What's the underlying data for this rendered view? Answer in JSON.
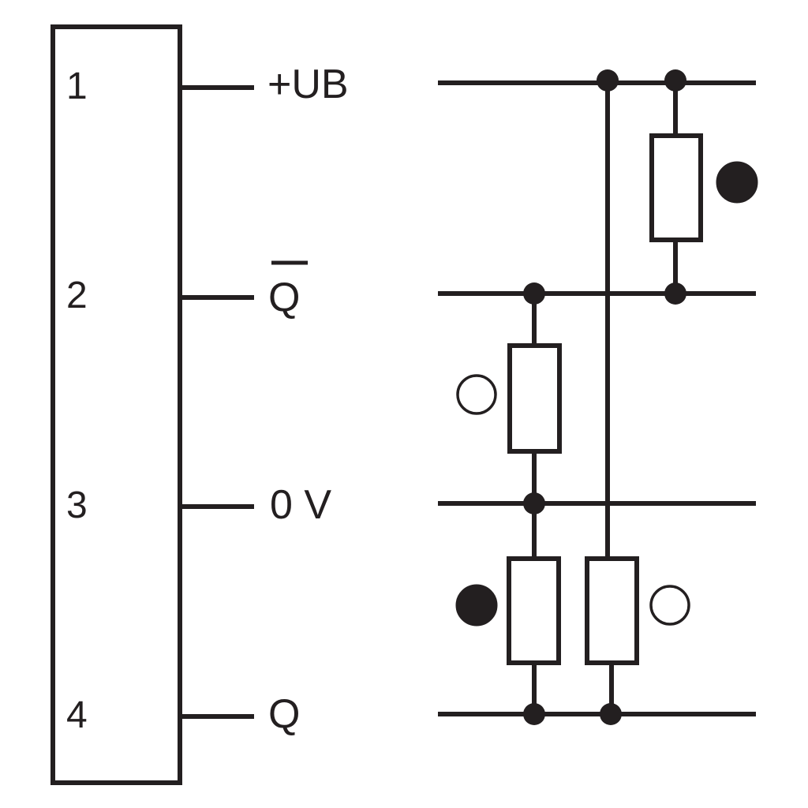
{
  "pins": [
    {
      "number": "1",
      "signal": "+UB"
    },
    {
      "number": "2",
      "signal": "Q",
      "signal_overline": true
    },
    {
      "number": "3",
      "signal": "0 V"
    },
    {
      "number": "4",
      "signal": "Q"
    }
  ],
  "indicators": {
    "resistor_top_right": "filled",
    "resistor_mid_left": "open",
    "resistor_bottom_left": "filled",
    "resistor_bottom_right": "open"
  },
  "colors": {
    "ink": "#231f20",
    "background": "#ffffff"
  }
}
